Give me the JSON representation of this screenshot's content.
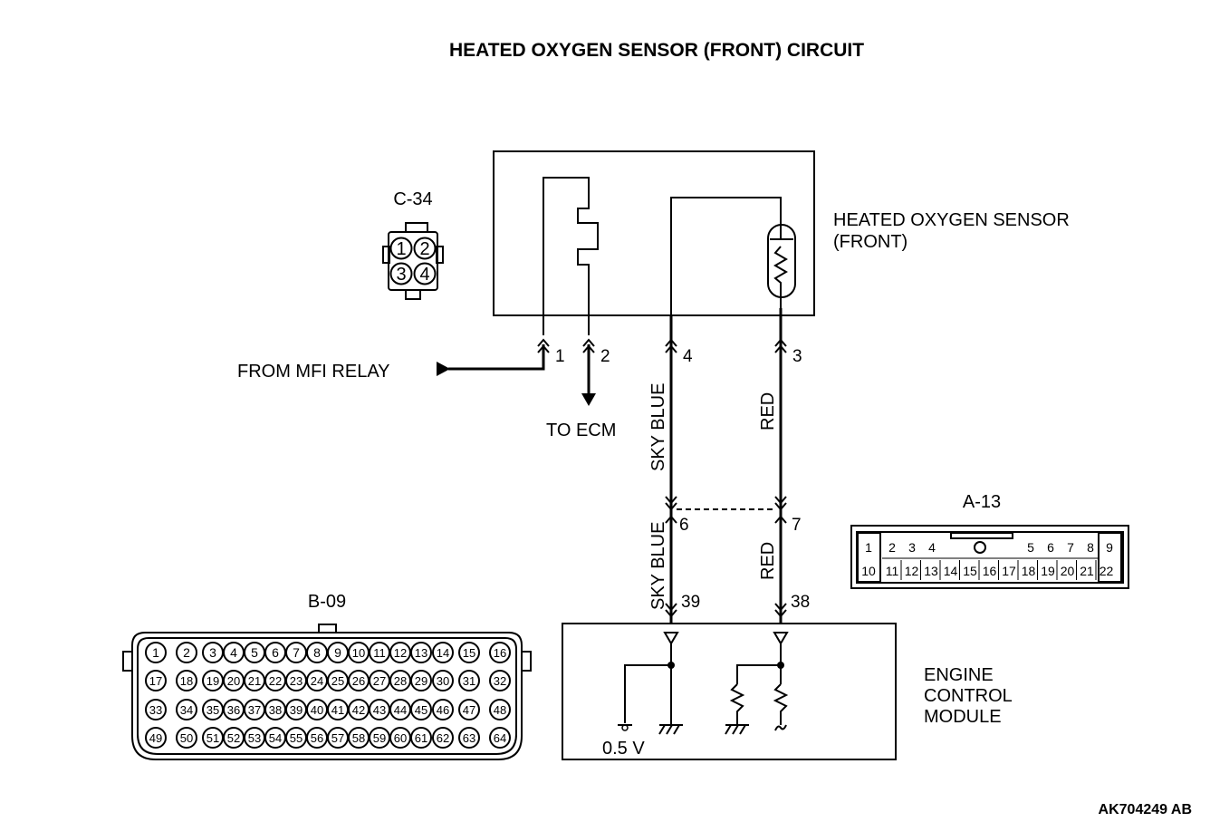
{
  "title": "HEATED OXYGEN SENSOR (FRONT) CIRCUIT",
  "components": {
    "sensor": {
      "line1": "HEATED OXYGEN SENSOR",
      "line2": "(FRONT)"
    },
    "ecm": {
      "line1": "ENGINE",
      "line2": "CONTROL",
      "line3": "MODULE",
      "voltage": "0.5 V"
    }
  },
  "labels": {
    "from_mfi_relay": "FROM MFI RELAY",
    "to_ecm": "TO ECM",
    "wire_sky_blue": "SKY BLUE",
    "wire_red": "RED"
  },
  "pins": {
    "sensor_1": "1",
    "sensor_2": "2",
    "sensor_4": "4",
    "sensor_3": "3",
    "junction_6": "6",
    "junction_7": "7",
    "ecm_39": "39",
    "ecm_38": "38"
  },
  "connectors": {
    "c34": {
      "name": "C-34",
      "pins": [
        "1",
        "2",
        "3",
        "4"
      ]
    },
    "a13": {
      "name": "A-13",
      "top_row": [
        "1",
        "2",
        "3",
        "4",
        "5",
        "6",
        "7",
        "8",
        "9"
      ],
      "bottom_row": [
        "10",
        "11",
        "12",
        "13",
        "14",
        "15",
        "16",
        "17",
        "18",
        "19",
        "20",
        "21",
        "22"
      ]
    },
    "b09": {
      "name": "B-09",
      "rows": [
        [
          "1",
          "2",
          "3",
          "4",
          "5",
          "6",
          "7",
          "8",
          "9",
          "10",
          "11",
          "12",
          "13",
          "14",
          "15",
          "16"
        ],
        [
          "17",
          "18",
          "19",
          "20",
          "21",
          "22",
          "23",
          "24",
          "25",
          "26",
          "27",
          "28",
          "29",
          "30",
          "31",
          "32"
        ],
        [
          "33",
          "34",
          "35",
          "36",
          "37",
          "38",
          "39",
          "40",
          "41",
          "42",
          "43",
          "44",
          "45",
          "46",
          "47",
          "48"
        ],
        [
          "49",
          "50",
          "51",
          "52",
          "53",
          "54",
          "55",
          "56",
          "57",
          "58",
          "59",
          "60",
          "61",
          "62",
          "63",
          "64"
        ]
      ]
    }
  },
  "figure_id": "AK704249 AB"
}
